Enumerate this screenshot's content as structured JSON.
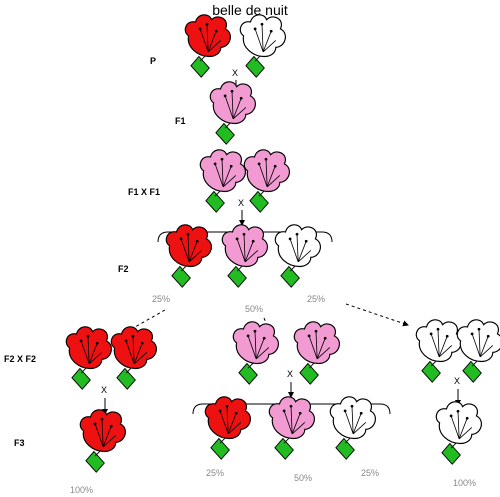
{
  "title": "belle de nuit",
  "generations": {
    "p": "P",
    "f1": "F1",
    "f1xf1": "F1 X F1",
    "f2": "F2",
    "f2xf2": "F2 X F2",
    "f3": "F3"
  },
  "cross_symbol": "X",
  "percentages": {
    "f2_red": "25%",
    "f2_pink": "50%",
    "f2_white": "25%",
    "f3_red_line": "100%",
    "f3_mix_red": "25%",
    "f3_mix_pink": "50%",
    "f3_mix_white": "25%",
    "f3_white_line": "100%"
  },
  "colors": {
    "red": "#ee1111",
    "pink": "#f29ad2",
    "white": "#ffffff",
    "stem": "#22bb22",
    "outline": "#000000",
    "percent_text": "#888888"
  }
}
